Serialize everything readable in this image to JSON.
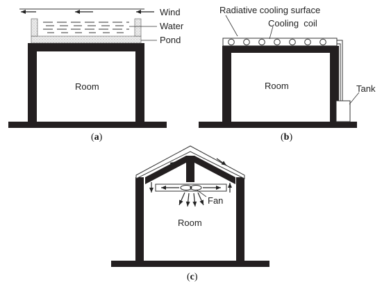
{
  "panel_a": {
    "labels": {
      "wind": "Wind",
      "water": "Water",
      "pond": "Pond",
      "room": "Room"
    },
    "caption": {
      "open": "(",
      "letter": "a",
      "close": ")"
    }
  },
  "panel_b": {
    "labels": {
      "surface": "Radiative cooling surface",
      "coil": "Cooling  coil",
      "room": "Room",
      "tank": "Tank"
    },
    "caption": {
      "open": "(",
      "letter": "b",
      "close": ")"
    }
  },
  "panel_c": {
    "labels": {
      "fan": "Fan",
      "room": "Room"
    },
    "caption": {
      "open": "(",
      "letter": "c",
      "close": ")"
    }
  },
  "colors": {
    "structure": "#231f20",
    "line": "#333333",
    "pond_fill": "#e6e6e6"
  }
}
